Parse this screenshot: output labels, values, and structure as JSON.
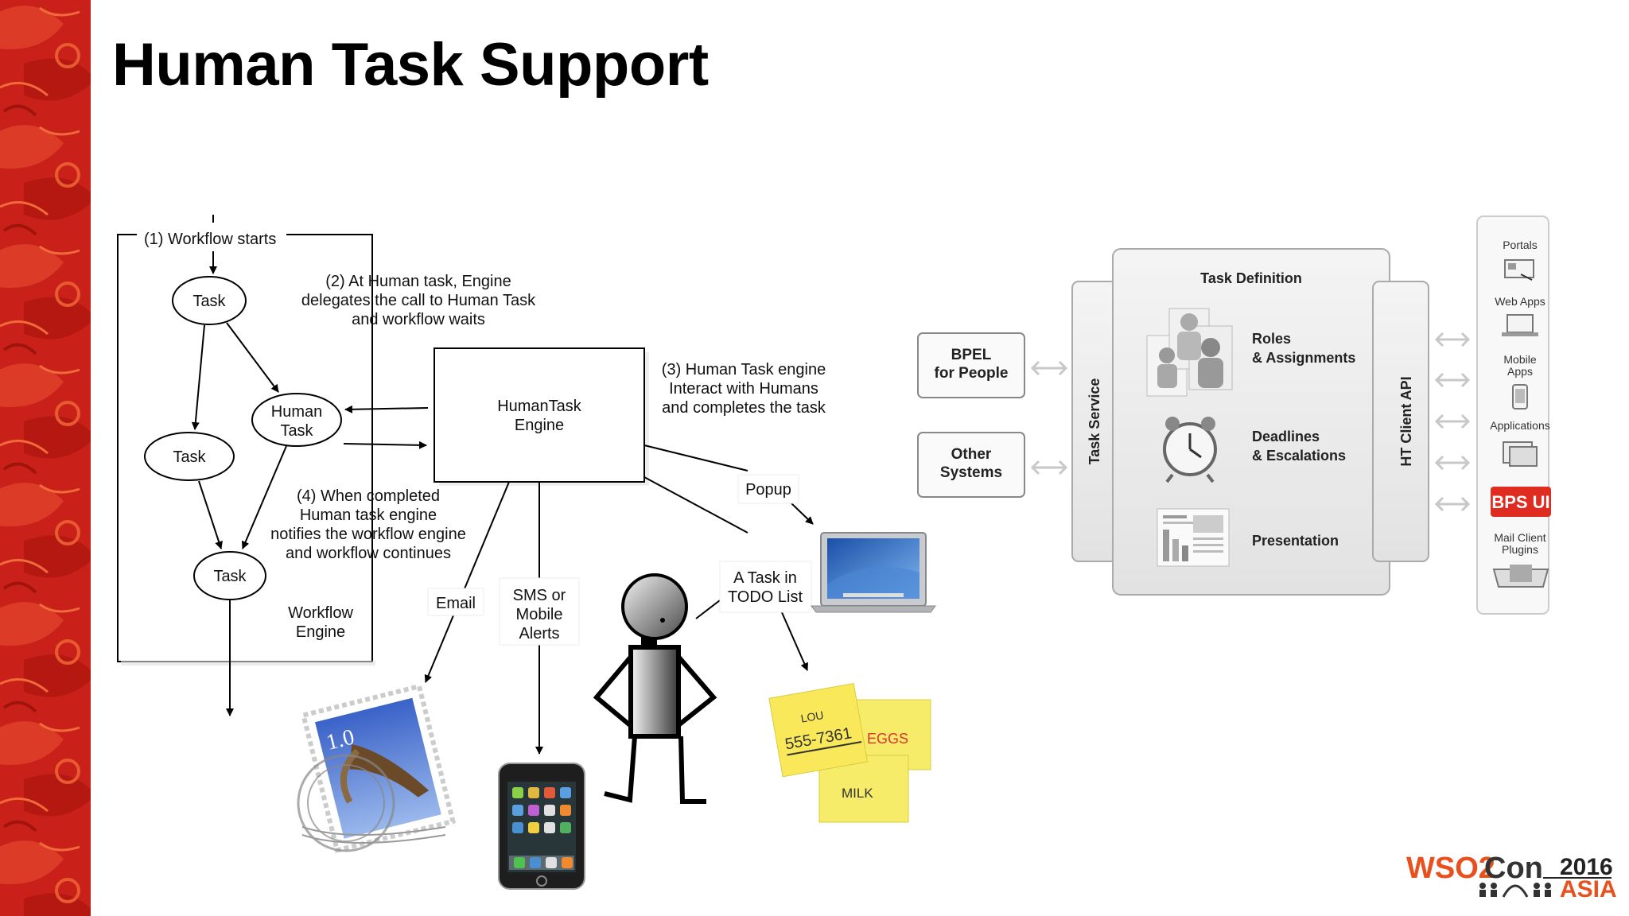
{
  "slide": {
    "title": "Human Task Support",
    "accent_color": "#d9261c",
    "stripe_color": "#c8201a"
  },
  "left_diagram": {
    "step1": "(1) Workflow starts",
    "step2": [
      "(2) At Human task, Engine",
      "delegates the call to Human Task",
      "and workflow waits"
    ],
    "step3": [
      "(3) Human Task engine",
      "Interact with Humans",
      "and completes the task"
    ],
    "step4": [
      "(4) When completed",
      "Human task engine",
      "notifies the workflow engine",
      "and workflow continues"
    ],
    "nodes": {
      "task_top": "Task",
      "human_task": [
        "Human",
        "Task"
      ],
      "task_mid": "Task",
      "task_bottom": "Task"
    },
    "workflow_engine": [
      "Workflow",
      "Engine"
    ],
    "humantask_engine": [
      "HumanTask",
      "Engine"
    ],
    "channels": {
      "email": "Email",
      "sms": [
        "SMS or",
        "Mobile",
        "Alerts"
      ],
      "todo": [
        "A Task in",
        "TODO List"
      ],
      "popup": "Popup"
    },
    "stamp_text": "1.0",
    "sticky_notes": [
      "LOU",
      "555-7361",
      "EGGS",
      "MILK"
    ]
  },
  "right_diagram": {
    "bpel_for_people": [
      "BPEL",
      "for People"
    ],
    "other_systems": [
      "Other",
      "Systems"
    ],
    "task_service": "Task Service",
    "task_definition": "Task Definition",
    "roles": [
      "Roles",
      "& Assignments"
    ],
    "deadlines": [
      "Deadlines",
      "& Escalations"
    ],
    "presentation": "Presentation",
    "ht_client_api": "HT Client API",
    "clients": [
      {
        "label": [
          "Portals"
        ],
        "icon": "portal-icon"
      },
      {
        "label": [
          "Web Apps"
        ],
        "icon": "laptop-icon"
      },
      {
        "label": [
          "Mobile",
          "Apps"
        ],
        "icon": "phone-icon"
      },
      {
        "label": [
          "Applications"
        ],
        "icon": "windows-icon"
      },
      {
        "label": [
          "BPS UI"
        ],
        "icon": "bps-ui-badge"
      },
      {
        "label": [
          "Mail Client",
          "Plugins"
        ],
        "icon": "mail-icon"
      }
    ],
    "bps_ui_color": "#e02b20"
  },
  "logo": {
    "wso": "WSO2",
    "con": "Con",
    "year": "2016",
    "region": "ASIA",
    "wso_color": "#e8501e",
    "asia_color": "#e8501e"
  }
}
